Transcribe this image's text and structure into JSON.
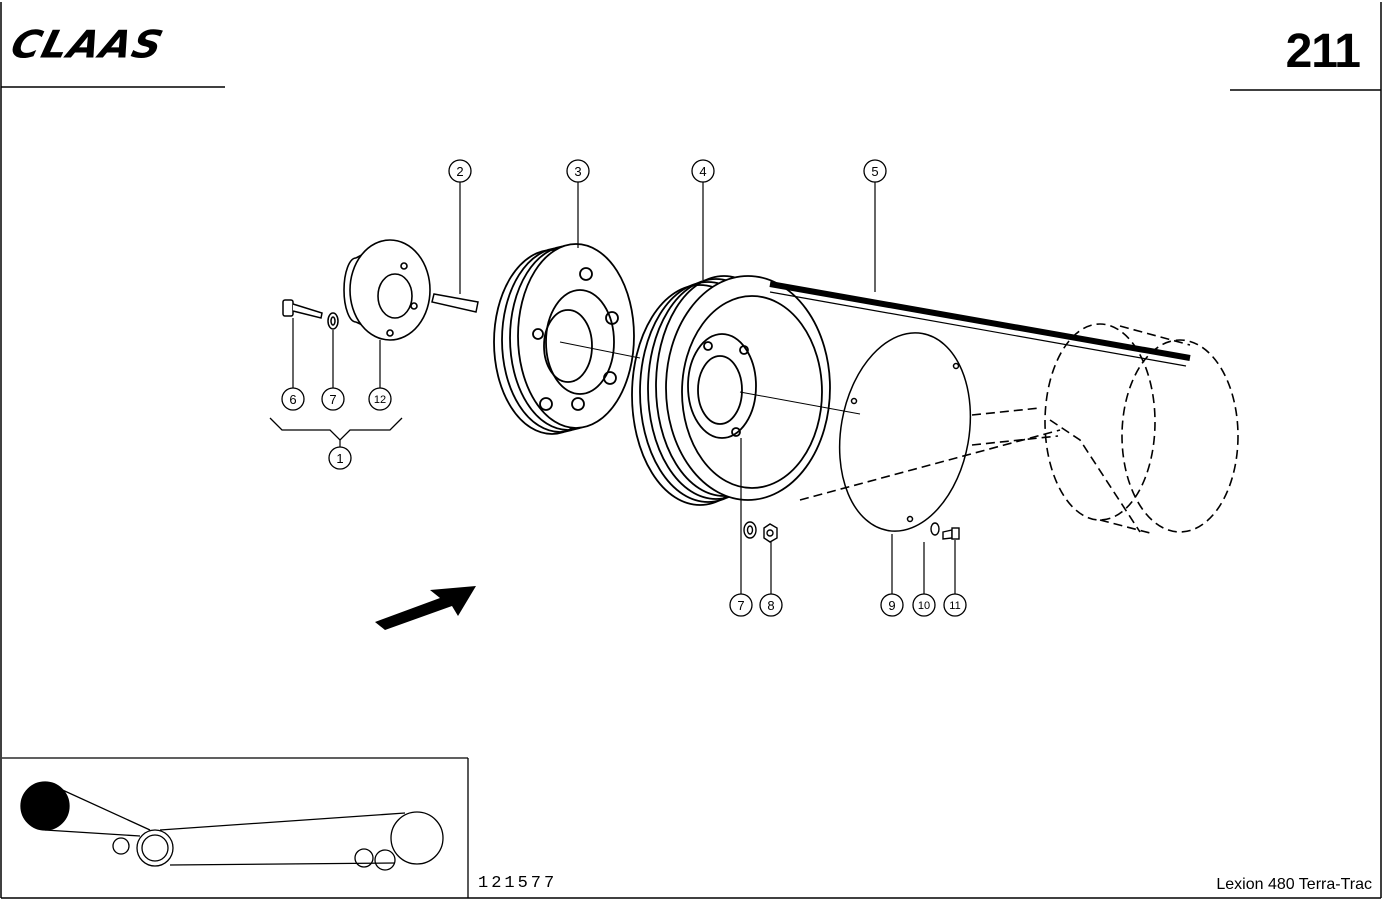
{
  "header": {
    "brand": "CLAAS",
    "page_number": "211"
  },
  "callouts": [
    "1",
    "2",
    "3",
    "4",
    "5",
    "6",
    "7",
    "7",
    "8",
    "9",
    "10",
    "11",
    "12"
  ],
  "footer": {
    "drawing_number": "121577",
    "model": "Lexion 480 Terra-Trac"
  }
}
